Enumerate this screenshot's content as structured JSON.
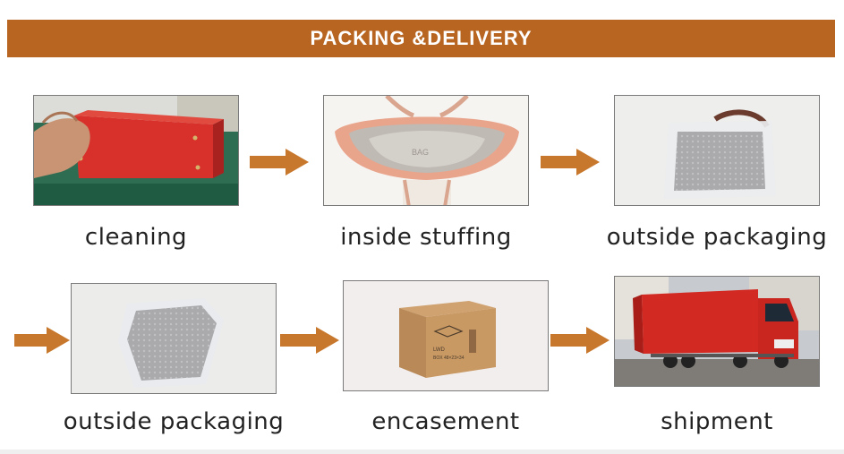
{
  "header": {
    "title": "PACKING &DELIVERY"
  },
  "steps": [
    {
      "label": "cleaning"
    },
    {
      "label": "inside stuffing"
    },
    {
      "label": "outside packaging"
    },
    {
      "label": "outside packaging"
    },
    {
      "label": "encasement"
    },
    {
      "label": "shipment"
    }
  ],
  "box_print": {
    "line1": "LWD",
    "line2": "BOX 48×23×34"
  },
  "colors": {
    "banner": "#b86522",
    "arrow": "#c8782d",
    "bag_red": "#d8302a",
    "truck_red": "#d22a22"
  }
}
